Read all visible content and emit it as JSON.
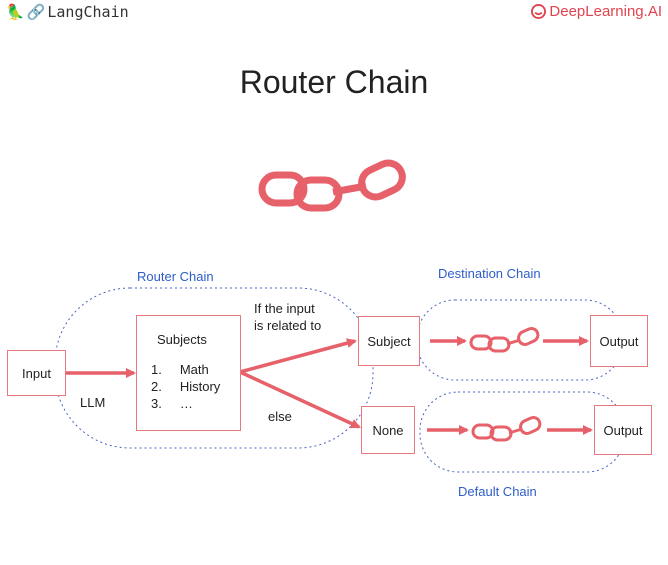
{
  "header": {
    "left_logo_text": "LangChain",
    "right_logo_text": "DeepLearning.AI",
    "left_icon": "parrot-icon",
    "right_icon": "deeplearning-smile-icon"
  },
  "slide": {
    "title": "Router Chain"
  },
  "diagram": {
    "router_chain_label": "Router Chain",
    "destination_chain_label": "Destination Chain",
    "default_chain_label": "Default Chain",
    "input_label": "Input",
    "llm_label": "LLM",
    "subjects_title": "Subjects",
    "subjects": [
      {
        "num": "1.",
        "text": "Math"
      },
      {
        "num": "2.",
        "text": "History"
      },
      {
        "num": "3.",
        "text": "…"
      }
    ],
    "condition_line1": "If the input",
    "condition_line2": "is related to",
    "else_label": "else",
    "subject_box": "Subject",
    "none_box": "None",
    "output_top": "Output",
    "output_bottom": "Output"
  },
  "colors": {
    "accent": "#e0434f",
    "chain": "#e66169",
    "box_border": "#e5797d",
    "dotted": "#4b63c7",
    "label_blue": "#2e5ec9"
  }
}
